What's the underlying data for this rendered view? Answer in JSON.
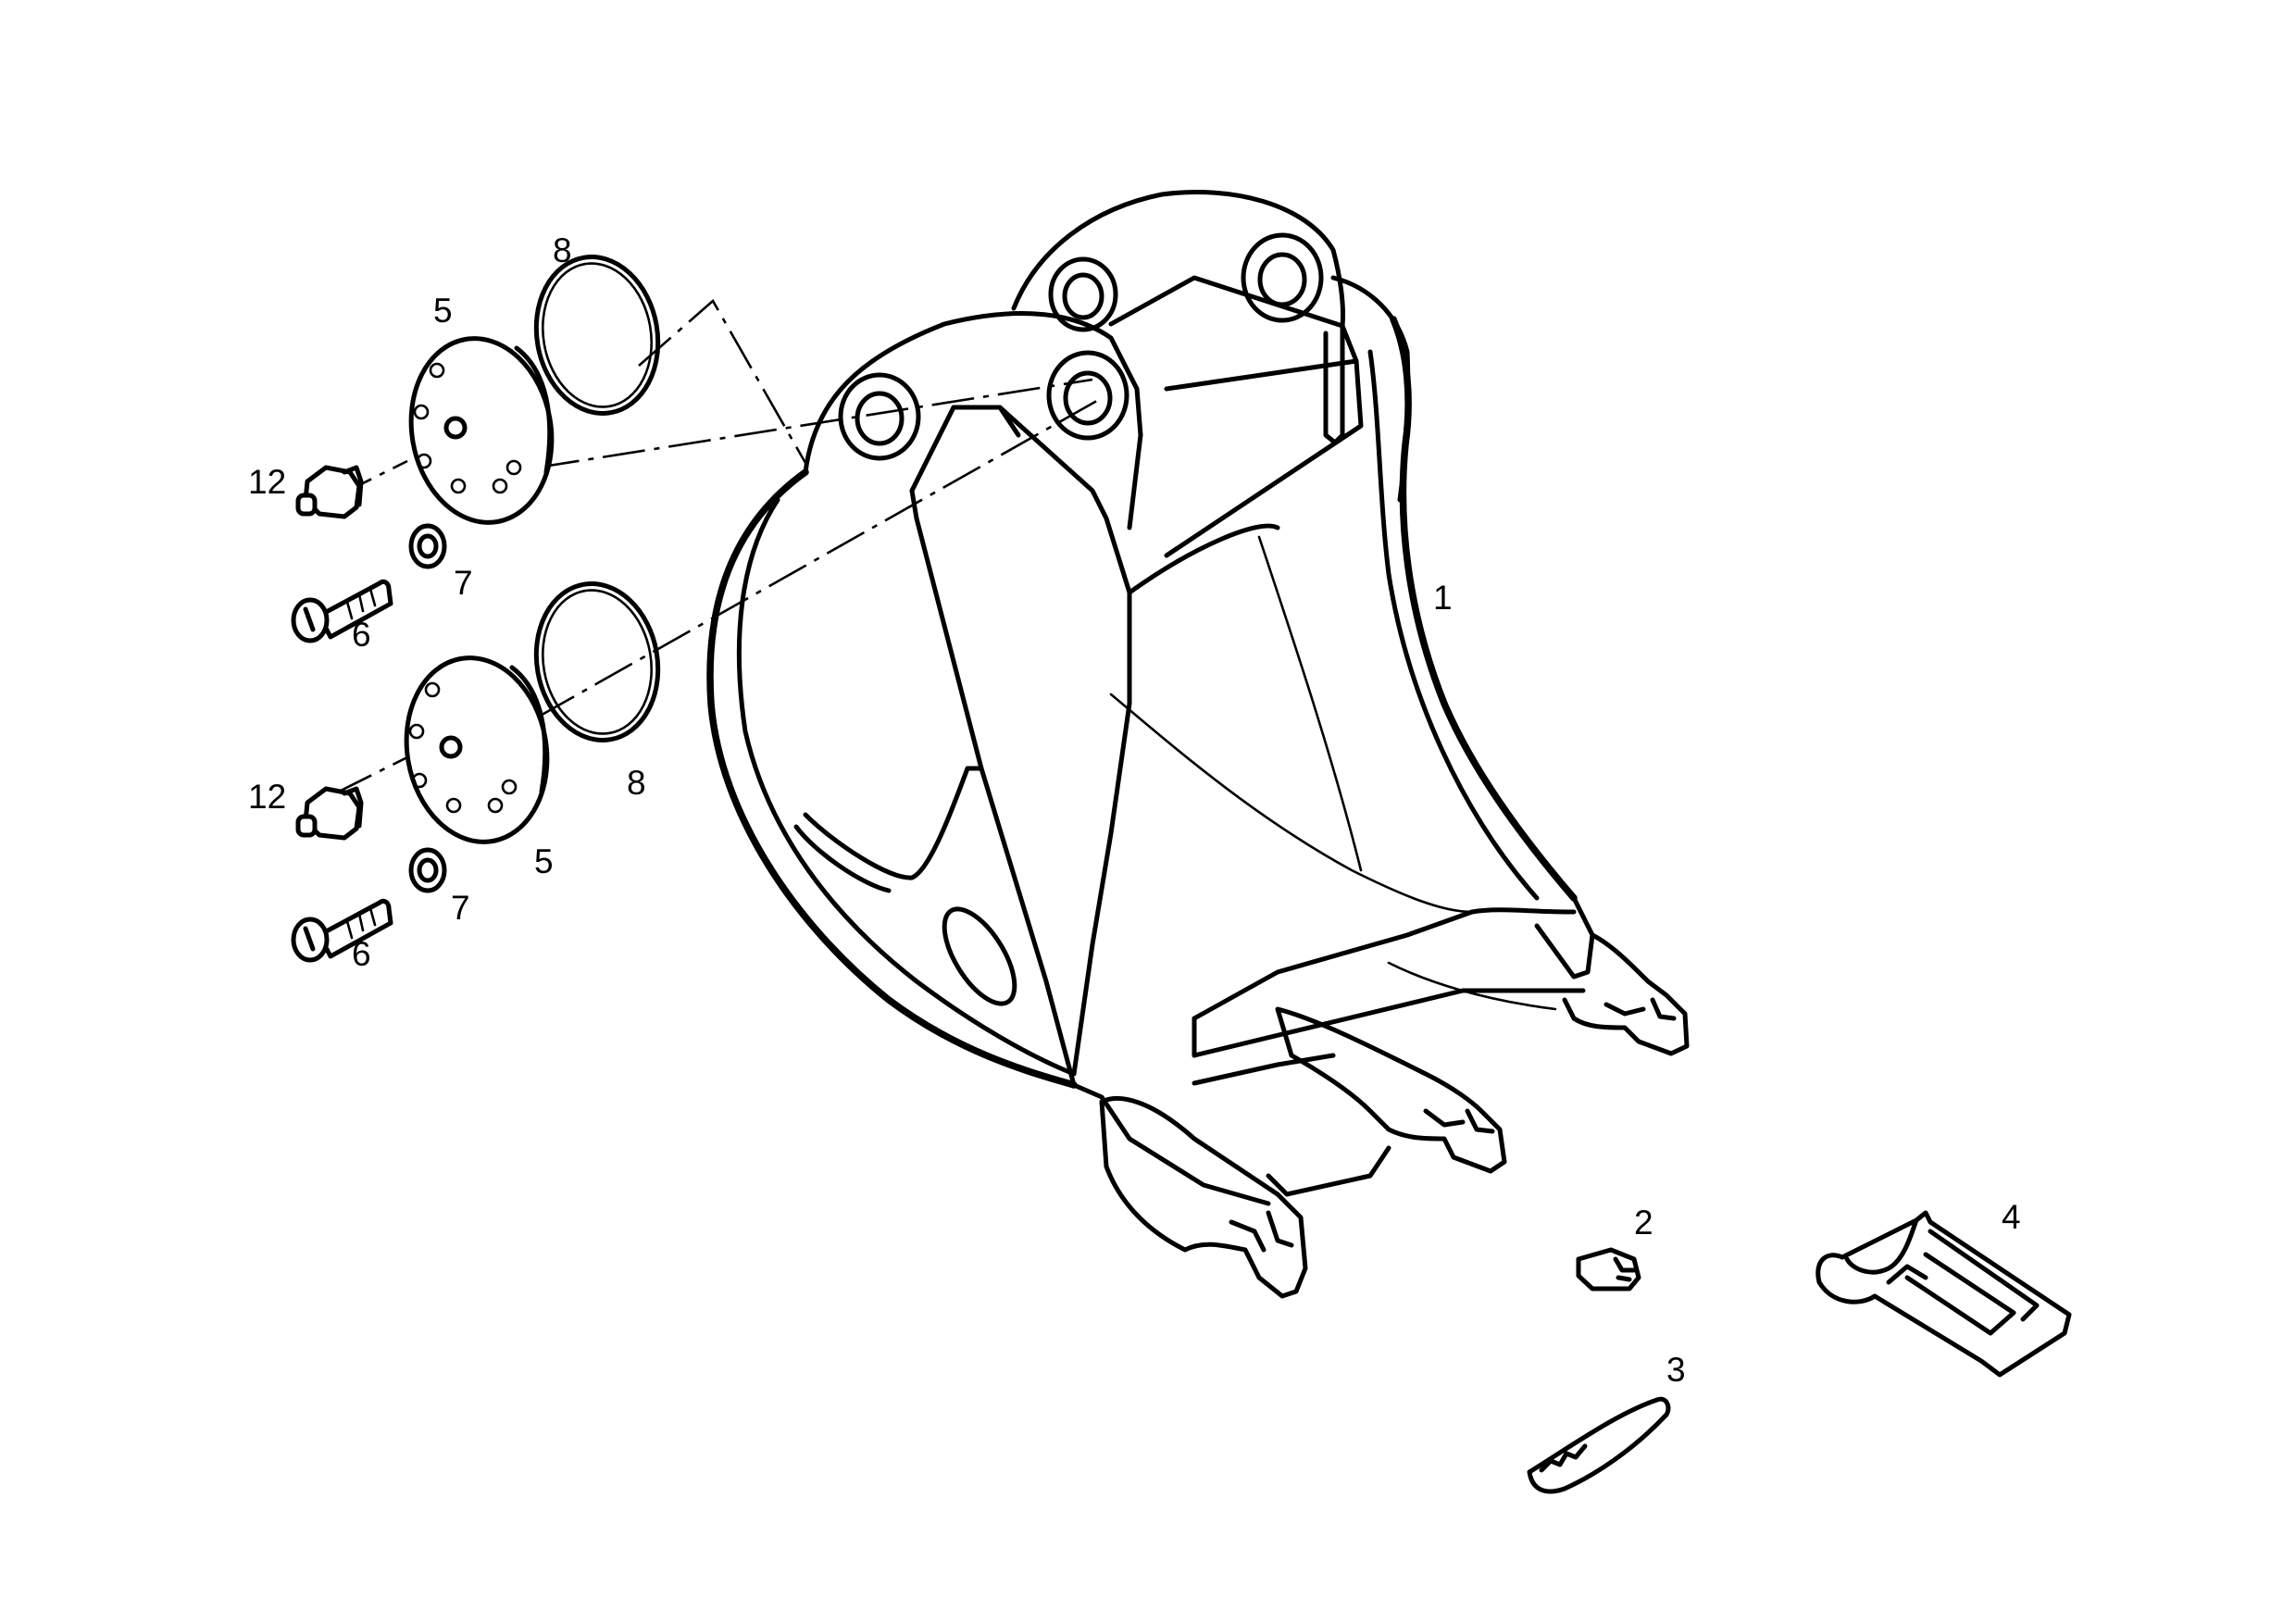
{
  "diagram": {
    "callouts": [
      {
        "id": "bucket",
        "text": "1"
      },
      {
        "id": "pin",
        "text": "2"
      },
      {
        "id": "lock",
        "text": "3"
      },
      {
        "id": "tooth",
        "text": "4"
      },
      {
        "id": "cover-top",
        "text": "5"
      },
      {
        "id": "cover-bottom",
        "text": "5"
      },
      {
        "id": "screw-top",
        "text": "6"
      },
      {
        "id": "screw-bottom",
        "text": "6"
      },
      {
        "id": "washer-top",
        "text": "7"
      },
      {
        "id": "washer-bottom",
        "text": "7"
      },
      {
        "id": "oring-top",
        "text": "8"
      },
      {
        "id": "oring-bottom",
        "text": "8"
      },
      {
        "id": "nipple-top",
        "text": "12"
      },
      {
        "id": "nipple-bottom",
        "text": "12"
      }
    ],
    "colors": {
      "line": "#000000",
      "background": "#ffffff"
    }
  }
}
